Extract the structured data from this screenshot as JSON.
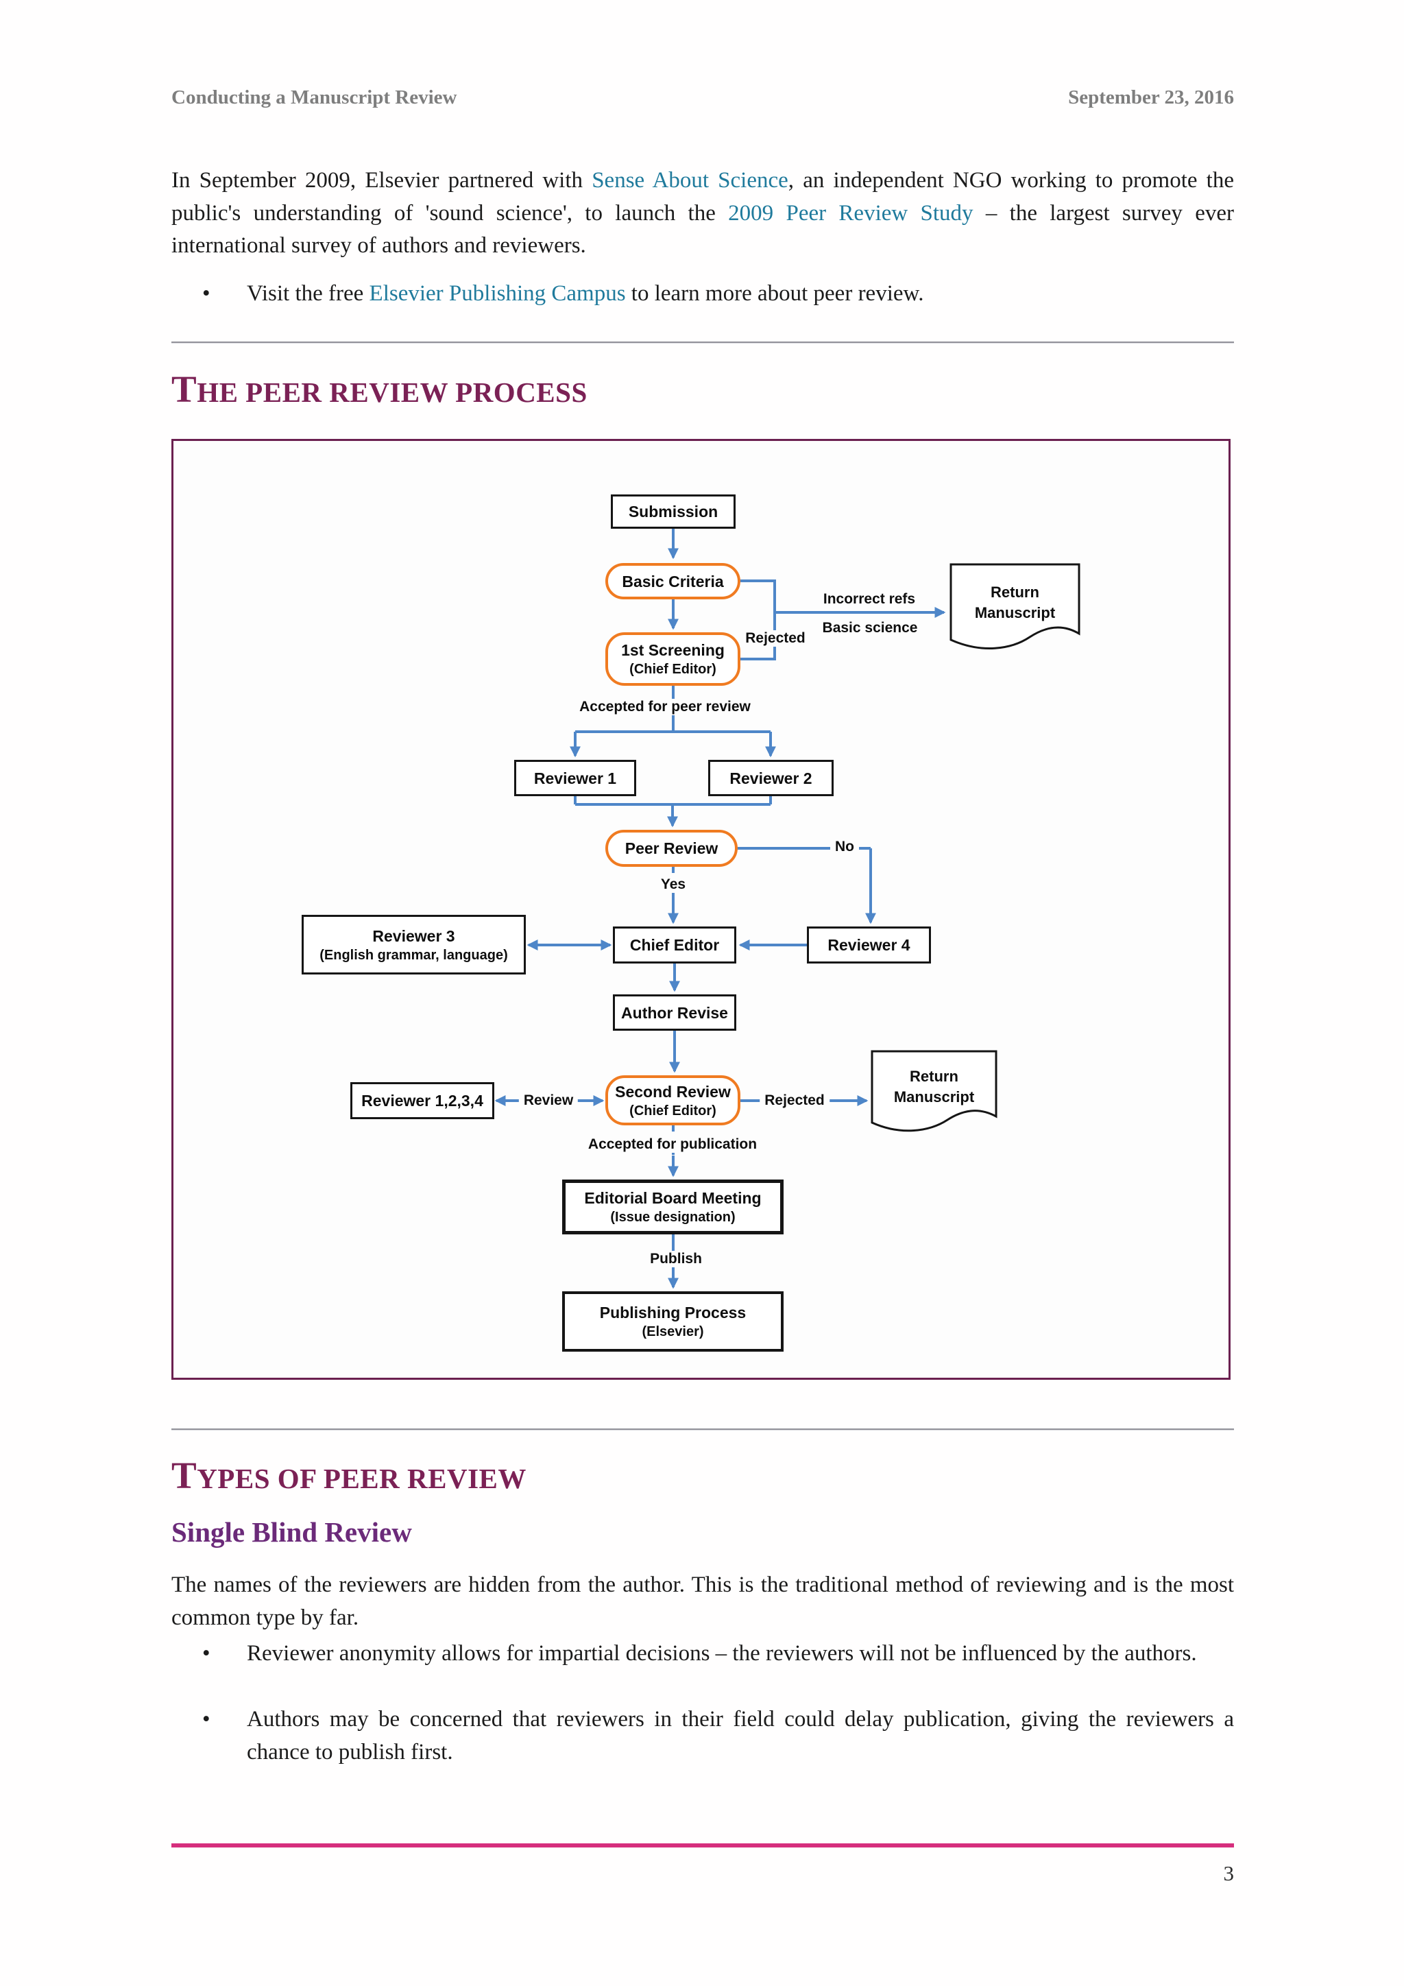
{
  "page": {
    "number": "3",
    "bullet_char": "•"
  },
  "header": {
    "title": "Conducting a Manuscript Review",
    "date": "September 23, 2016"
  },
  "intro": {
    "p1a": "In September 2009, Elsevier partnered with ",
    "link1": "Sense About Science",
    "p1b": ", an independent NGO working to promote the public's understanding of 'sound science', to launch the ",
    "link2": "2009 Peer Review Study",
    "p1c": " – the largest survey ever international survey of authors and reviewers.",
    "b1a": "Visit the free ",
    "b1link": "Elsevier Publishing Campus",
    "b1b": " to learn more about peer review."
  },
  "section_process": {
    "initial": "T",
    "rest": "HE PEER REVIEW PROCESS"
  },
  "flowchart": {
    "nodes": {
      "submission": "Submission",
      "basic_criteria": "Basic Criteria",
      "first_screening_l1": "1st Screening",
      "first_screening_l2": "(Chief Editor)",
      "return_manuscript_l1": "Return",
      "return_manuscript_l2": "Manuscript",
      "reviewer1": "Reviewer 1",
      "reviewer2": "Reviewer 2",
      "peer_review": "Peer Review",
      "reviewer3_l1": "Reviewer 3",
      "reviewer3_l2": "(English grammar, language)",
      "chief_editor": "Chief Editor",
      "reviewer4": "Reviewer 4",
      "author_revise": "Author Revise",
      "second_review_l1": "Second Review",
      "second_review_l2": "(Chief Editor)",
      "reviewer1234": "Reviewer 1,2,3,4",
      "editorial_board_l1": "Editorial Board Meeting",
      "editorial_board_l2": "(Issue designation)",
      "publishing_l1": "Publishing Process",
      "publishing_l2": "(Elsevier)"
    },
    "labels": {
      "rejected1": "Rejected",
      "incorrect_refs": "Incorrect refs",
      "basic_science": "Basic science",
      "accepted_peer": "Accepted for peer review",
      "no": "No",
      "yes": "Yes",
      "review": "Review",
      "rejected2": "Rejected",
      "accepted_pub": "Accepted for publication",
      "publish": "Publish"
    }
  },
  "section_types": {
    "initial": "T",
    "rest": "YPES OF PEER REVIEW"
  },
  "single_blind": {
    "heading": "Single Blind Review",
    "para": "The names of the reviewers are hidden from the author. This is the traditional method of reviewing and is the most common type by far.",
    "bullets": [
      "Reviewer anonymity allows for impartial decisions – the reviewers will not be influenced by the authors.",
      "Authors may be concerned that reviewers in their field could delay publication, giving the reviewers a chance to publish first."
    ]
  },
  "colors": {
    "accent_maroon": "#7b2155",
    "accent_purple": "#6b2a79",
    "link_teal": "#1f7a9c",
    "flow_blue": "#4e86c8",
    "flow_orange": "#f07b21",
    "footer_pink": "#d62e7d"
  }
}
